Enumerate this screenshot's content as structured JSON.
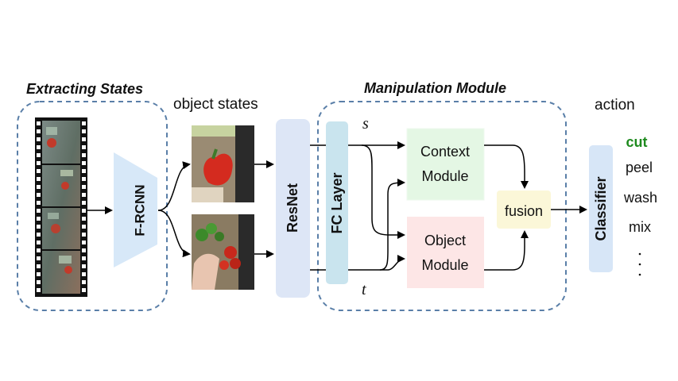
{
  "sections": {
    "extracting_states": "Extracting States",
    "manipulation_module": "Manipulation Module"
  },
  "labels": {
    "object_states": "object states",
    "action": "action",
    "s": "s",
    "t": "t"
  },
  "modules": {
    "frcnn": "F-RCNN",
    "resnet": "ResNet",
    "fc_layer": "FC Layer",
    "context_line1": "Context",
    "context_line2": "Module",
    "object_line1": "Object",
    "object_line2": "Module",
    "fusion": "fusion",
    "classifier": "Classifier"
  },
  "actions": [
    "cut",
    "peel",
    "wash",
    "mix"
  ],
  "colors": {
    "dashed_border": "#5a7fa8",
    "frcnn_fill": "#d7e8f8",
    "resnet_fill": "#dde6f6",
    "fc_fill": "#c9e4ee",
    "context_fill": "#e4f7e4",
    "object_fill": "#fde6e6",
    "fusion_fill": "#fbf7d8",
    "classifier_fill": "#d7e6f7",
    "highlight_action": "#1e8a1e"
  }
}
